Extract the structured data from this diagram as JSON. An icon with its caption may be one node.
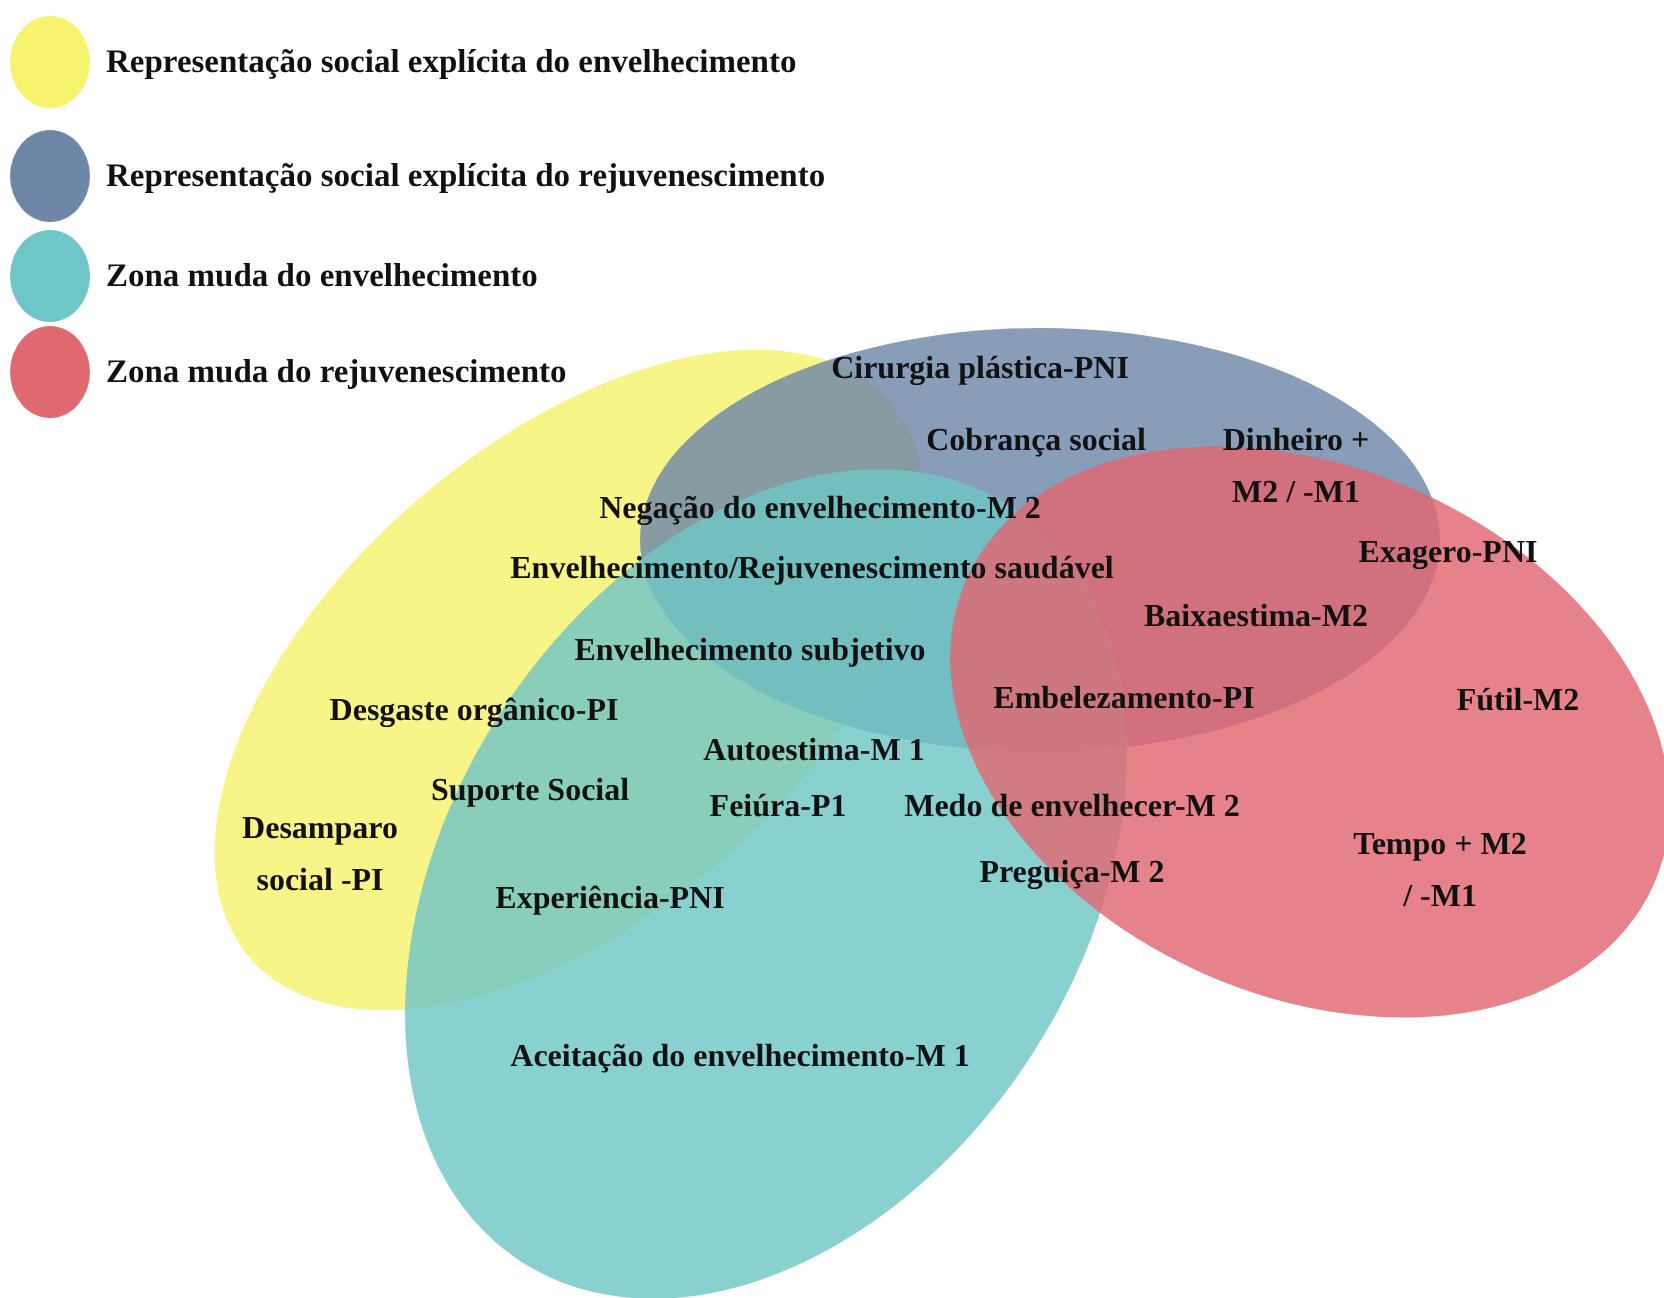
{
  "diagram": {
    "labels": [
      "Cirurgia plástica-PNI",
      "Cobrança social",
      "Dinheiro + M2 / -M1",
      "Negação do envelhecimento-M 2",
      "Exagero-PNI",
      "Envelhecimento/Rejuvenescimento saudável",
      "Baixaestima-M2",
      "Envelhecimento subjetivo",
      "Embelezamento-PI",
      "Desgaste orgânico-PI",
      "Fútil-M2",
      "Autoestima-M 1",
      "Suporte Social",
      "Feiúra-P1",
      "Medo de envelhecer-M 2",
      "Desamparo social -PI",
      "Tempo + M2 / -M1",
      "Preguiça-M 2",
      "Experiência-PNI",
      "Aceitação do envelhecimento-M 1"
    ],
    "legend": [
      {
        "text": "Representação social explícita do envelhecimento",
        "color": "#f7f36e"
      },
      {
        "text": "Representação social explícita do rejuvenescimento",
        "color": "#6e87a8"
      },
      {
        "text": "Zona muda do envelhecimento",
        "color": "#6fc6c6"
      },
      {
        "text": "Zona muda do rejuvenescimento",
        "color": "#e06870"
      }
    ]
  }
}
